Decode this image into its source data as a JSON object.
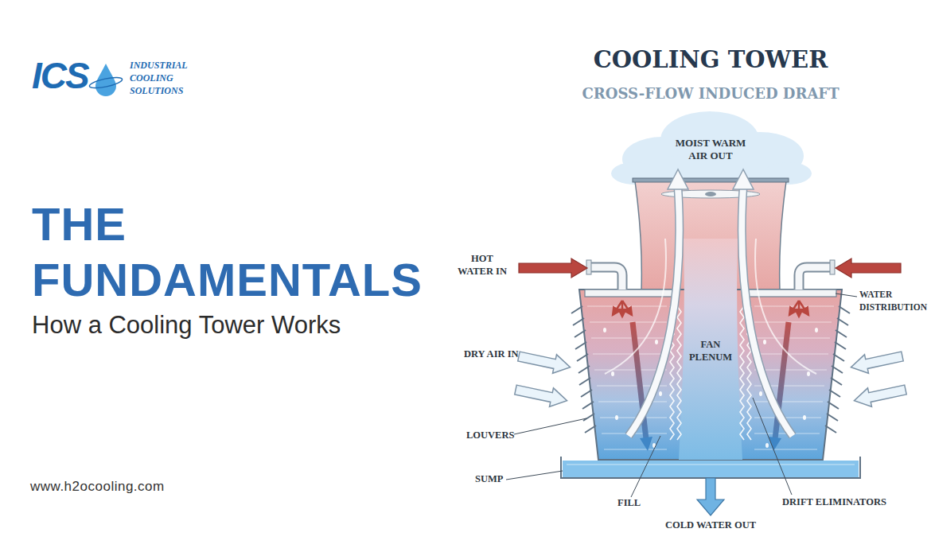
{
  "diagram": {
    "title": "THE FUNDAMENTALS",
    "nodes": [
      {
        "text": [
          "FAN PLENUM"
        ]
      }
    ],
    "labels": [
      "ICS",
      "INDUSTRIAL COOLING SOLUTIONS",
      "How a Cooling Tower Works",
      "www.h2ocooling.com",
      "COOLING TOWER",
      "CROSS-FLOW INDUCED DRAFT",
      "MOIST WARM AIR OUT",
      "HOT WATER IN",
      "WATER DISTRIBUTION",
      "DRY AIR IN",
      "LOUVERS",
      "SUMP",
      "FILL",
      "DRIFT ELIMINATORS",
      "COLD WATER OUT"
    ]
  }
}
